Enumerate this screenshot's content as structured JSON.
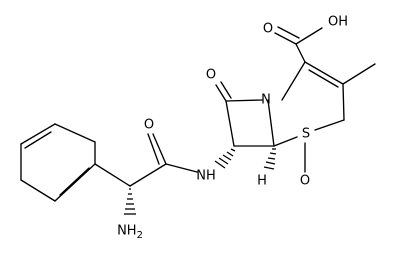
{
  "molecule": {
    "atoms": {
      "oh": "OH",
      "acid_o": "O",
      "lactam_o": "O",
      "n_ring": "N",
      "s_ring": "S",
      "sulfoxide_o": "O",
      "h_stereo": "H",
      "amide_o": "O",
      "amide_nh": "NH",
      "amine": "NH2"
    },
    "colors": {
      "ink": "#000000",
      "background": "#ffffff"
    }
  }
}
